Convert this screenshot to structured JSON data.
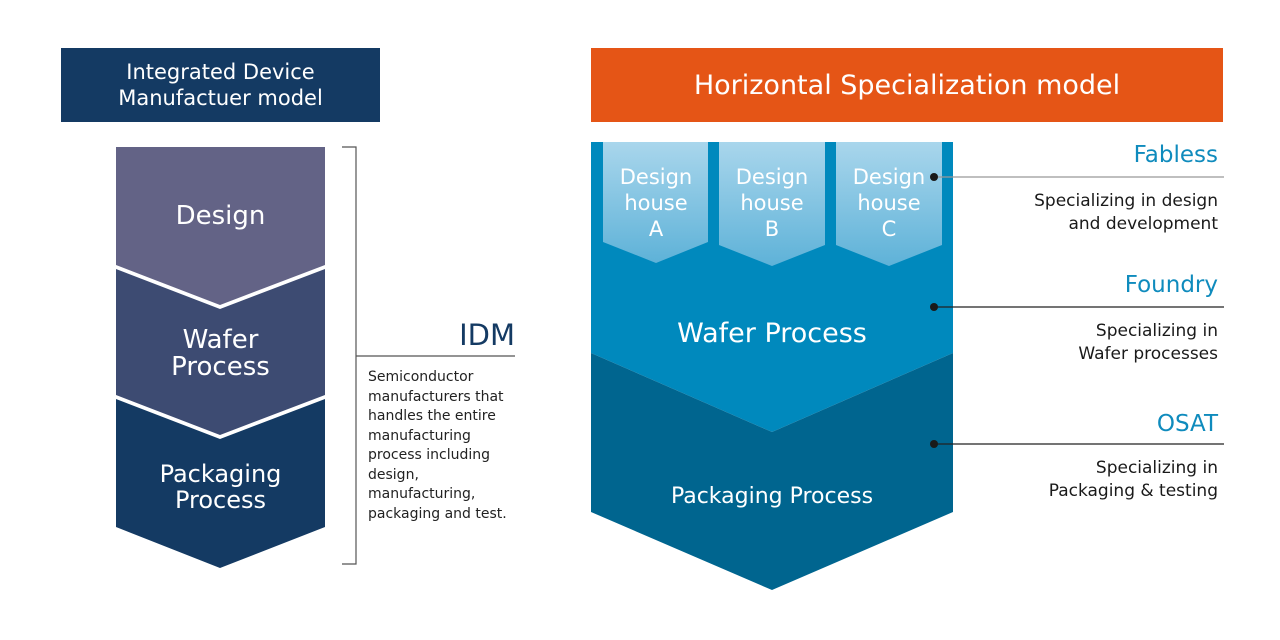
{
  "idm_model": {
    "header": "Integrated Device Manufactuer model",
    "header_lines": [
      "Integrated Device",
      "Manufactuer model"
    ],
    "stages": [
      {
        "label": "Design",
        "lines": [
          "Design"
        ],
        "color": "#636386"
      },
      {
        "label": "Wafer Process",
        "lines": [
          "Wafer",
          "Process"
        ],
        "color": "#3d4b72"
      },
      {
        "label": "Packaging Process",
        "lines": [
          "Packaging",
          "Process"
        ],
        "color": "#143a63"
      }
    ],
    "bracket_label": "IDM",
    "description": "Semiconductor manufacturers that handles the entire manufacturing process including design, manufacturing, packaging and test.",
    "description_lines": [
      "Semiconductor",
      "manufacturers that",
      "handles the entire",
      "manufacturing",
      "process including",
      "design,",
      "manufacturing,",
      "packaging and test."
    ]
  },
  "hs_model": {
    "header": "Horizontal Specialization model",
    "design_houses": [
      {
        "label": "Design house A",
        "lines": [
          "Design",
          "house",
          "A"
        ]
      },
      {
        "label": "Design house B",
        "lines": [
          "Design",
          "house",
          "B"
        ]
      },
      {
        "label": "Design house C",
        "lines": [
          "Design",
          "house",
          "C"
        ]
      }
    ],
    "stages": [
      {
        "label": "Wafer Process",
        "color": "#0089bd"
      },
      {
        "label": "Packaging Process",
        "color": "#00658f"
      }
    ],
    "roles": [
      {
        "title": "Fabless",
        "lines": [
          "Specializing in design",
          "and development"
        ]
      },
      {
        "title": "Foundry",
        "lines": [
          "Specializing in",
          "Wafer processes"
        ]
      },
      {
        "title": "OSAT",
        "lines": [
          "Specializing in",
          "Packaging & testing"
        ]
      }
    ]
  },
  "colors": {
    "idm_header": "#143a63",
    "hs_header": "#e55516",
    "role_title": "#0f8bbd"
  }
}
